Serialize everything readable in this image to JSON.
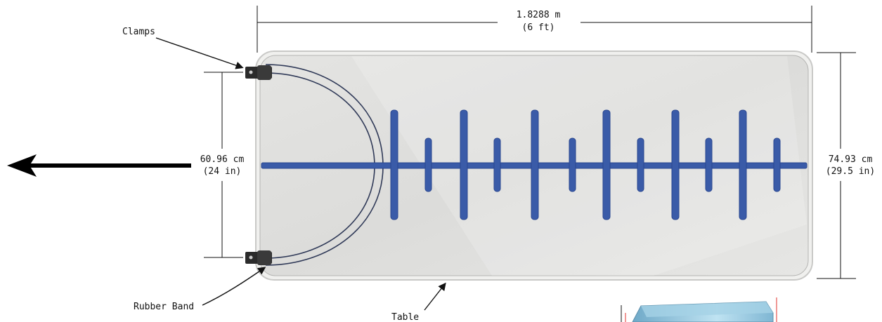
{
  "labels": {
    "clamps": "Clamps",
    "rubber_band": "Rubber Band",
    "table": "Table",
    "length_metric": "1.8288 m",
    "length_imperial": "(6 ft)",
    "band_width_metric": "60.96 cm",
    "band_width_imperial": "(24 in)",
    "table_width_metric": "74.93 cm",
    "table_width_imperial": "(29.5 in)"
  },
  "icons": {
    "arrow": "left-arrow-icon",
    "clamp": "clamp-icon"
  },
  "colors": {
    "table_fill": "#e2e2e0",
    "table_edge": "#bdbdbb",
    "strip": "#3a5ba8",
    "band": "#303a58",
    "clamp": "#2b2b2b",
    "small_red_arrow": "#e0332e",
    "block": "#8fc3dc"
  }
}
